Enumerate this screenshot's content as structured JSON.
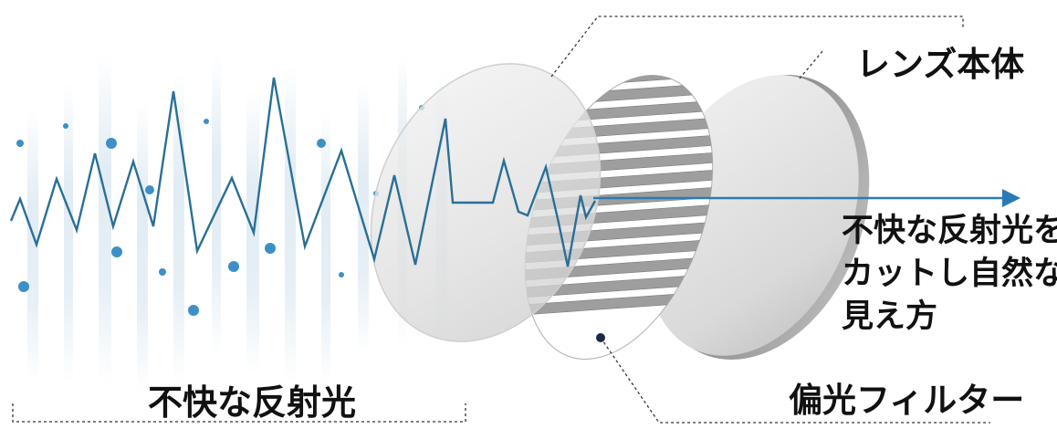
{
  "labels": {
    "lens_body": "レンズ本体",
    "unpleasant_reflection": "不快な反射光",
    "polarizing_filter": "偏光フィルター",
    "result_lines": [
      "不快な反射光を",
      "カットし自然な",
      "見え方"
    ]
  },
  "colors": {
    "wave": "#2a6f97",
    "arrow": "#2a7bb5",
    "particle": "#3d8fc7",
    "haze": "#c9dcea",
    "lens": "#dcdcdc",
    "lens_edge": "#9a9a9a",
    "filter_stripe": "#9e9e9e",
    "leader_line": "#333333"
  }
}
